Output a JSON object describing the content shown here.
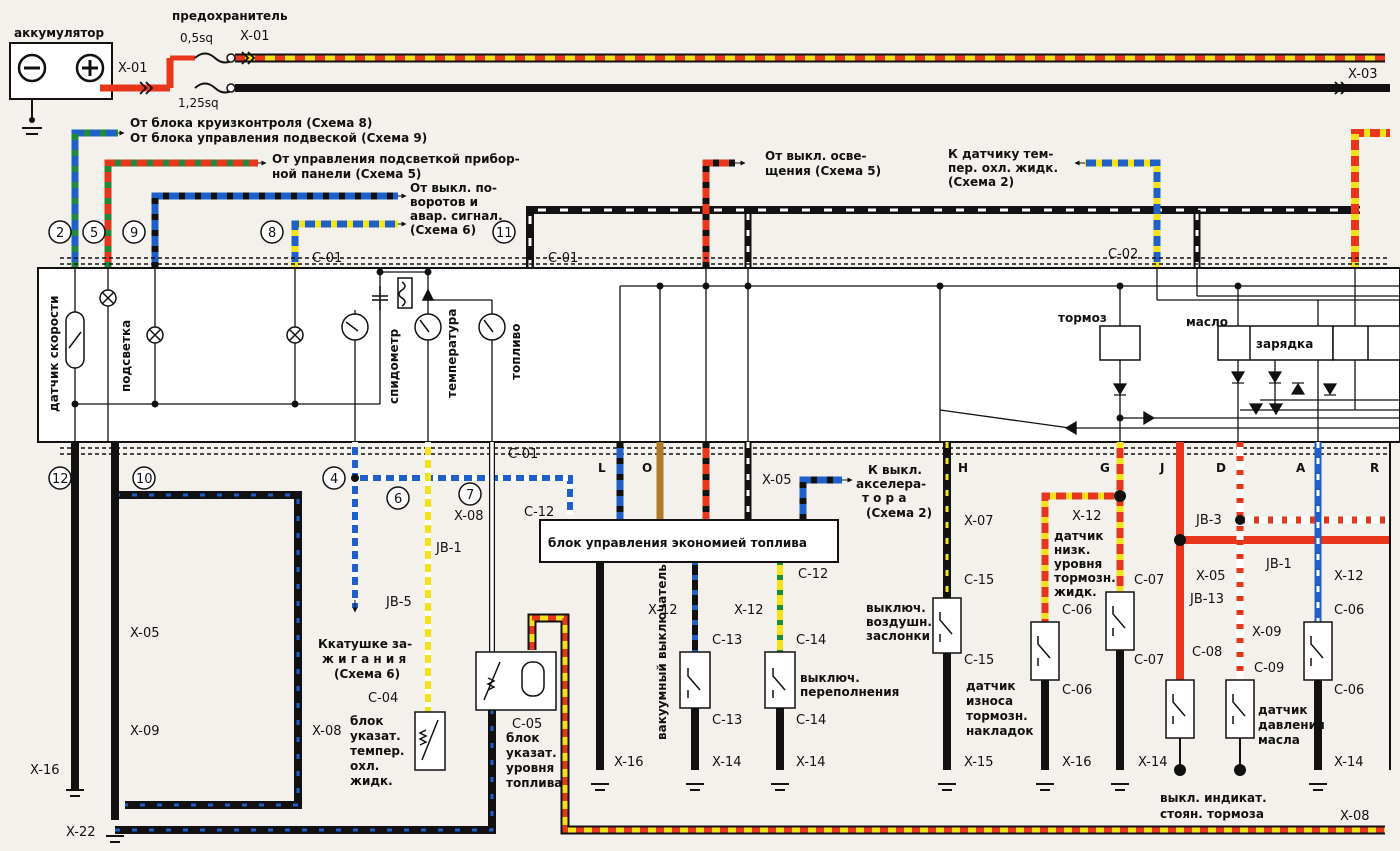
{
  "labels": {
    "battery": "аккумулятор",
    "fuse": "предохранитель",
    "fuse_small": "0,5sq",
    "fuse_large": "1,25sq",
    "from_cruise": "От блока круизконтроля (Схема 8)",
    "from_suspension": "От блока управления подвеской (Схема 9)",
    "backlight_ctrl_1": "От управления подсветкой прибор-",
    "backlight_ctrl_2": "ной панели (Схема 5)",
    "turn_1": "От выкл. по-",
    "turn_2": "воротов и",
    "turn_3": "авар. сигнал.",
    "turn_4": "(Схема 6)",
    "lights_1": "От выкл. осве-",
    "lights_2": "щения (Схема 5)",
    "temp_sensor_1": "К датчику тем-",
    "temp_sensor_2": "пер. охл. жидк.",
    "temp_sensor_3": "(Схема 2)",
    "speed_sensor": "датчик скорости",
    "backlight": "подсветка",
    "speedometer": "спидометр",
    "temperature": "температура",
    "fuel": "топливо",
    "brake": "тормоз",
    "oil": "масло",
    "charge": "зарядка",
    "economy_unit": "блок управления экономией топлива",
    "accel_1": "К выкл.",
    "accel_2": "акселера-",
    "accel_3": "т о р а",
    "accel_4": "(Схема 2)",
    "ignition_1": "Ккатушке за-",
    "ignition_2": "ж и г а н и я",
    "ignition_3": "(Схема 6)",
    "temp_gauge_1": "блок",
    "temp_gauge_2": "указат.",
    "temp_gauge_3": "темпер.",
    "temp_gauge_4": "охл.",
    "temp_gauge_5": "жидк.",
    "fuel_gauge_1": "блок",
    "fuel_gauge_2": "указат.",
    "fuel_gauge_3": "уровня",
    "fuel_gauge_4": "топлива",
    "vacuum_switch": "вакуумный выключатель",
    "overflow_1": "выключ.",
    "overflow_2": "переполнения",
    "choke_1": "выключ.",
    "choke_2": "воздушн.",
    "choke_3": "заслонки",
    "pad_wear_1": "датчик",
    "pad_wear_2": "износа",
    "pad_wear_3": "тормозн.",
    "pad_wear_4": "накладок",
    "brake_fluid_1": "датчик",
    "brake_fluid_2": "низк.",
    "brake_fluid_3": "уровня",
    "brake_fluid_4": "тормозн.",
    "brake_fluid_5": "жидк.",
    "park_brake_1": "выкл. индикат.",
    "park_brake_2": "стоян. тормоза",
    "oil_pressure_1": "датчик",
    "oil_pressure_2": "давления",
    "oil_pressure_3": "масла"
  },
  "connectors": {
    "x01": "X-01",
    "x03": "X-03",
    "x05": "X-05",
    "x07": "X-07",
    "x08": "X-08",
    "x09": "X-09",
    "x12": "X-12",
    "x14": "X-14",
    "x15": "X-15",
    "x16": "X-16",
    "x22": "X-22",
    "c01": "C-01",
    "c02": "C-02",
    "c04": "C-04",
    "c05": "C-05",
    "c06": "C-06",
    "c07": "C-07",
    "c08": "C-08",
    "c09": "C-09",
    "c12": "C-12",
    "c13": "C-13",
    "c14": "C-14",
    "c15": "C-15",
    "jb1": "JB-1",
    "jb3": "JB-3",
    "jb5": "JB-5",
    "jb13": "JB-13"
  },
  "pins": {
    "n2": "2",
    "n4": "4",
    "n5": "5",
    "n6": "6",
    "n7": "7",
    "n8": "8",
    "n9": "9",
    "n10": "10",
    "n11": "11",
    "n12": "12",
    "L": "L",
    "O": "O",
    "H": "H",
    "G": "G",
    "J": "J",
    "D": "D",
    "A": "A",
    "R": "R"
  },
  "colors": {
    "black": "#111111",
    "red": "#e8361c",
    "yellow": "#f3e21a",
    "blue": "#1f5fc9",
    "white": "#ffffff",
    "green": "#1f8a3a",
    "brown": "#b07a2a",
    "panel": "#ffffff"
  }
}
